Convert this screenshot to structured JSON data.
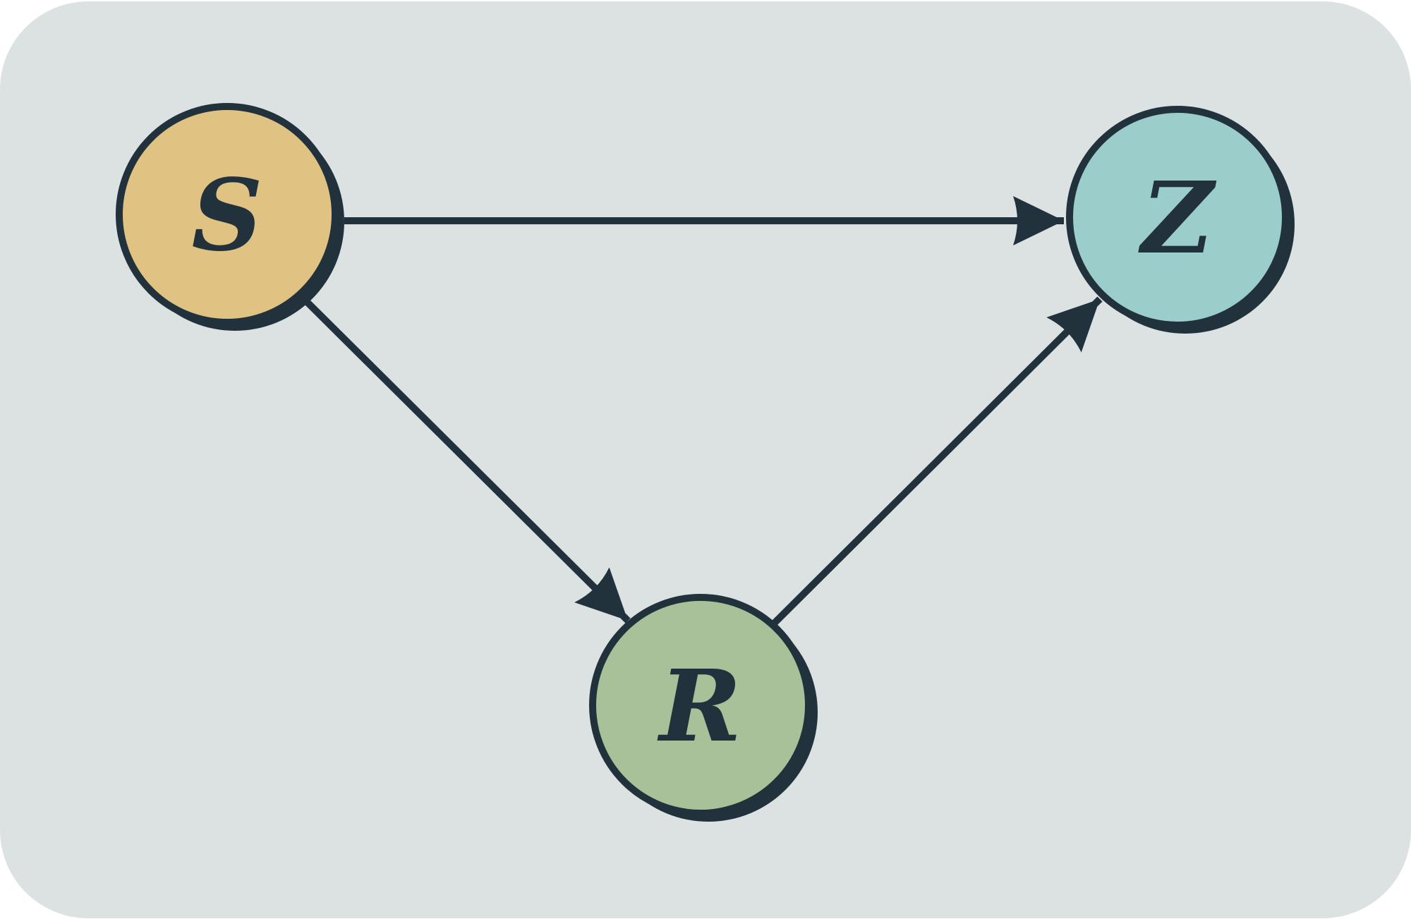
{
  "diagram": {
    "background_color": "#dce2e2",
    "stroke_color": "#22323c",
    "nodes": [
      {
        "id": "S",
        "label": "S",
        "color": "#e0c283"
      },
      {
        "id": "Z",
        "label": "Z",
        "color": "#9bcecb"
      },
      {
        "id": "R",
        "label": "R",
        "color": "#a8c198"
      }
    ],
    "edges": [
      {
        "from": "S",
        "to": "Z"
      },
      {
        "from": "S",
        "to": "R"
      },
      {
        "from": "R",
        "to": "Z"
      }
    ]
  }
}
